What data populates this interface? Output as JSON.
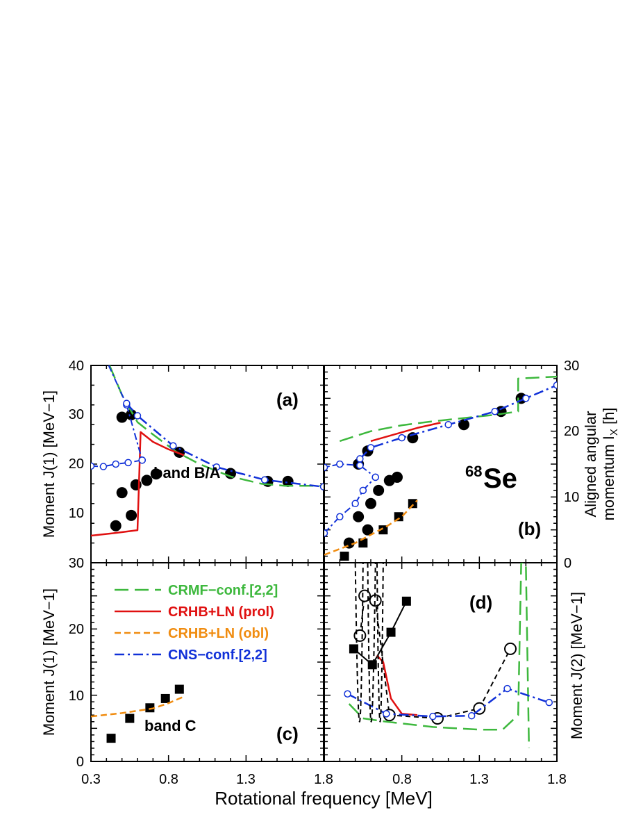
{
  "figure": {
    "nucleus_mass": "68",
    "nucleus_symbol": "Se",
    "xlabel": "Rotational  frequency  [MeV]",
    "ylabel_top_left": "Moment  J(1) [MeV−1]",
    "ylabel_bottom_left": "Moment J(1) [MeV−1]",
    "ylabel_top_right_line1": "Aligned angular",
    "ylabel_top_right_line2": "momentum I",
    "ylabel_top_right_sub": "X",
    "ylabel_top_right_unit": " [h]",
    "ylabel_bottom_right": "Moment J(2) [MeV−1]",
    "panel_labels": {
      "a": "(a)",
      "b": "(b)",
      "c": "(c)",
      "d": "(d)"
    },
    "band_labels": {
      "ba": "band B/A",
      "c": "band C"
    },
    "x_ticks": [
      "0.3",
      "0.8",
      "1.3",
      "1.8"
    ],
    "y_ticks_a": [
      "10",
      "20",
      "30",
      "40"
    ],
    "y_ticks_c": [
      "0",
      "10",
      "20",
      "30"
    ],
    "y_ticks_b": [
      "0",
      "10",
      "20",
      "30"
    ]
  },
  "legend": [
    {
      "label": "CRMF−conf.[2,2]",
      "color": "#3db83d",
      "style": "long-dash"
    },
    {
      "label": "CRHB+LN (prol)",
      "color": "#e01010",
      "style": "solid"
    },
    {
      "label": "CRHB+LN (obl)",
      "color": "#f08c10",
      "style": "short-dash"
    },
    {
      "label": "CNS−conf.[2,2]",
      "color": "#1030d8",
      "style": "dash-dot"
    }
  ],
  "chart_data": [
    {
      "panel": "a",
      "type": "scatter",
      "xlabel": "Rotational  frequency  [MeV]",
      "ylabel": "Moment  J(1) [MeV−1]",
      "xlim": [
        0.3,
        1.8
      ],
      "ylim": [
        0,
        40
      ],
      "series": [
        {
          "name": "band B/A",
          "kind": "exp-circle",
          "x": [
            0.46,
            0.5,
            0.5,
            0.56,
            0.56,
            0.59,
            0.66,
            0.72,
            0.87,
            1.2,
            1.44,
            1.57
          ],
          "y": [
            7.5,
            29.5,
            14.2,
            30.0,
            9.6,
            15.8,
            16.7,
            18.0,
            22.4,
            18.1,
            16.5,
            16.5
          ]
        },
        {
          "name": "CRMF−conf.[2,2]",
          "kind": "green",
          "x": [
            0.42,
            0.5,
            0.6,
            0.7,
            0.85,
            1.0,
            1.2,
            1.4,
            1.55,
            1.8
          ],
          "y": [
            40.0,
            34.0,
            28.5,
            26.0,
            22.5,
            20.0,
            17.5,
            16.0,
            15.6,
            15.6
          ]
        },
        {
          "name": "CRHB+LN (prol)",
          "kind": "red",
          "x": [
            0.3,
            0.45,
            0.6,
            0.62,
            0.7,
            0.8,
            0.9
          ],
          "y": [
            5.5,
            6.0,
            6.6,
            26.5,
            24.5,
            23.0,
            21.8
          ]
        },
        {
          "name": "CNS−conf.[2,2] branch",
          "kind": "blue-branch",
          "x": [
            0.3,
            0.38,
            0.46,
            0.54,
            0.63,
            0.63,
            0.53,
            0.4
          ],
          "y": [
            19.6,
            19.5,
            20.0,
            20.3,
            20.8,
            20.8,
            32.0,
            41.0
          ]
        },
        {
          "name": "CNS−conf.[2,2]",
          "kind": "blue",
          "x": [
            0.53,
            0.6,
            0.83,
            1.11,
            1.42,
            1.8
          ],
          "y": [
            32.3,
            29.8,
            23.7,
            19.4,
            16.8,
            15.4
          ]
        }
      ]
    },
    {
      "panel": "b",
      "type": "scatter",
      "xlabel": "Rotational  frequency  [MeV]",
      "ylabel": "Aligned angular momentum Ix [h]",
      "xlim": [
        0.3,
        1.8
      ],
      "ylim": [
        0,
        30
      ],
      "series": [
        {
          "name": "band B/A",
          "kind": "exp-circle",
          "x": [
            0.46,
            0.52,
            0.52,
            0.58,
            0.58,
            0.6,
            0.65,
            0.72,
            0.77,
            0.87,
            1.2,
            1.44,
            1.57
          ],
          "y": [
            3.0,
            15.0,
            7.0,
            17.0,
            5.0,
            9.0,
            11.0,
            12.5,
            13.0,
            19.0,
            21.0,
            23.0,
            25.0
          ]
        },
        {
          "name": "band C",
          "kind": "exp-square",
          "x": [
            0.43,
            0.55,
            0.68,
            0.78,
            0.87
          ],
          "y": [
            1.0,
            3.0,
            5.0,
            7.0,
            9.0
          ]
        },
        {
          "name": "CRMF−conf.[2,2]",
          "kind": "green",
          "x": [
            0.4,
            0.6,
            0.8,
            1.0,
            1.2,
            1.4,
            1.55,
            1.55,
            1.8
          ],
          "y": [
            18.5,
            20.0,
            20.9,
            21.5,
            22.0,
            22.5,
            23.0,
            28.0,
            28.3
          ]
        },
        {
          "name": "CRHB+LN (prol)",
          "kind": "red",
          "x": [
            0.6,
            0.75,
            0.9,
            1.05
          ],
          "y": [
            18.5,
            19.5,
            20.5,
            21.3
          ]
        },
        {
          "name": "CRHB+LN (obl)",
          "kind": "orange",
          "x": [
            0.3,
            0.5,
            0.7,
            0.8,
            0.9
          ],
          "y": [
            1.2,
            3.0,
            5.5,
            7.0,
            9.5
          ]
        },
        {
          "name": "CNS−conf.[2,2] branch",
          "kind": "blue-branch",
          "x": [
            0.3,
            0.4,
            0.5,
            0.55,
            0.63,
            0.63,
            0.53,
            0.4,
            0.3
          ],
          "y": [
            4.5,
            7.0,
            9.0,
            11.0,
            13.0,
            13.0,
            14.8,
            15.0,
            14.5
          ]
        },
        {
          "name": "CNS−conf.[2,2]",
          "kind": "blue",
          "x": [
            0.53,
            0.6,
            0.8,
            1.1,
            1.4,
            1.6,
            1.8
          ],
          "y": [
            15.8,
            17.5,
            19.0,
            21.0,
            23.0,
            25.0,
            27.0
          ]
        }
      ]
    },
    {
      "panel": "c",
      "type": "scatter",
      "xlabel": "Rotational  frequency  [MeV]",
      "ylabel": "Moment J(1) [MeV−1]",
      "xlim": [
        0.3,
        1.8
      ],
      "ylim": [
        0,
        30
      ],
      "series": [
        {
          "name": "band C",
          "kind": "exp-square",
          "x": [
            0.43,
            0.55,
            0.68,
            0.78,
            0.87
          ],
          "y": [
            3.5,
            6.5,
            8.1,
            9.5,
            10.9
          ]
        },
        {
          "name": "CRHB+LN (obl)",
          "kind": "orange",
          "x": [
            0.3,
            0.5,
            0.7,
            0.8,
            0.9
          ],
          "y": [
            6.8,
            7.3,
            8.0,
            8.8,
            9.8
          ]
        }
      ]
    },
    {
      "panel": "d",
      "type": "scatter",
      "xlabel": "Rotational  frequency  [MeV]",
      "ylabel": "Moment J(2) [MeV−1]",
      "xlim": [
        0.3,
        1.8
      ],
      "ylim": [
        0,
        30
      ],
      "series": [
        {
          "name": "band B/A",
          "kind": "exp-open-circle",
          "x": [
            0.53,
            0.56,
            0.63,
            0.72,
            1.03,
            1.3,
            1.5
          ],
          "y": [
            19.0,
            25.0,
            24.3,
            7.0,
            6.5,
            8.0,
            17.0
          ]
        },
        {
          "name": "band C",
          "kind": "exp-square",
          "x": [
            0.49,
            0.61,
            0.73,
            0.83
          ],
          "y": [
            17.0,
            14.6,
            19.5,
            24.2
          ]
        },
        {
          "name": "CRMF−conf.[2,2]",
          "kind": "green",
          "x": [
            0.46,
            0.55,
            0.7,
            1.0,
            1.3,
            1.45,
            1.55,
            1.57,
            1.6,
            1.62
          ],
          "y": [
            8.7,
            6.5,
            6.0,
            5.2,
            4.8,
            4.8,
            7.0,
            30.0,
            30.0,
            2.0
          ]
        },
        {
          "name": "CRHB+LN (prol)",
          "kind": "red",
          "x": [
            0.64,
            0.68,
            0.73,
            0.8,
            0.9
          ],
          "y": [
            16.0,
            15.0,
            9.5,
            7.2,
            7.0
          ]
        },
        {
          "name": "CNS−conf.[2,2]",
          "kind": "blue",
          "x": [
            0.45,
            0.7,
            1.0,
            1.25,
            1.48,
            1.75
          ],
          "y": [
            10.2,
            7.2,
            6.8,
            6.9,
            11.0,
            8.9
          ]
        }
      ]
    }
  ]
}
